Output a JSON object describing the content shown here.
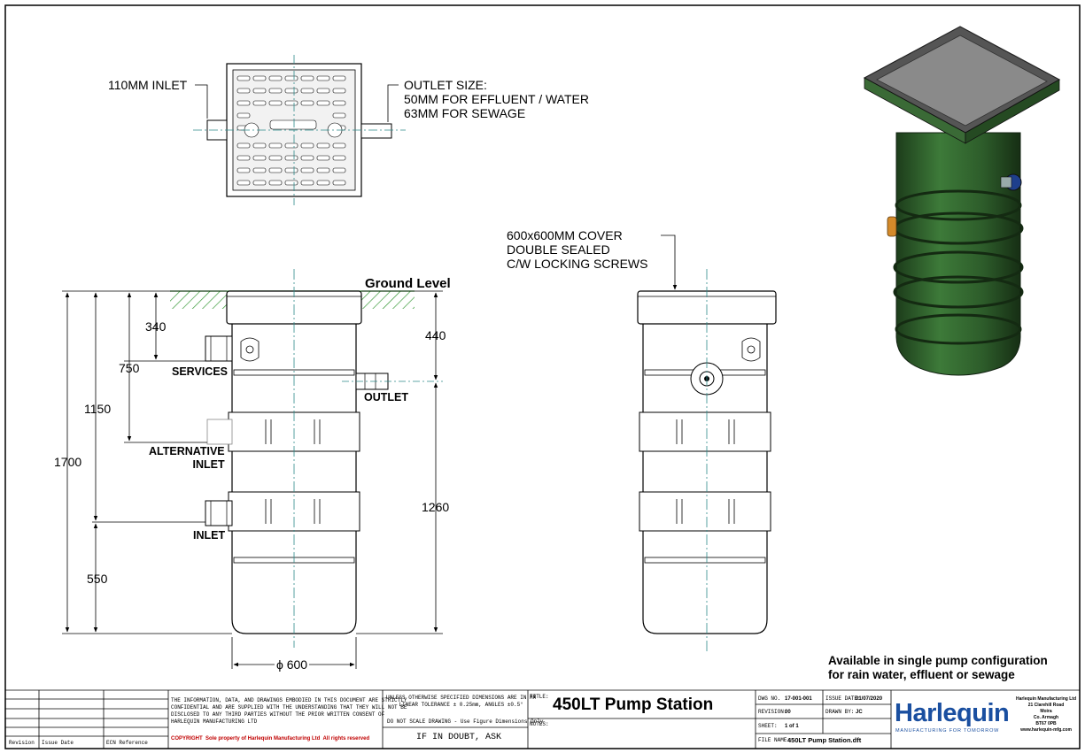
{
  "top_view": {
    "inlet_label": "110MM INLET",
    "outlet_label": "OUTLET SIZE:\n50MM FOR EFFLUENT / WATER\n63MM FOR SEWAGE"
  },
  "side_view": {
    "ground_level": "Ground Level",
    "services": "SERVICES",
    "outlet": "OUTLET",
    "alternative_inlet": "ALTERNATIVE\nINLET",
    "inlet": "INLET",
    "dim_340": "340",
    "dim_750": "750",
    "dim_1150": "1150",
    "dim_1700": "1700",
    "dim_550": "550",
    "dim_440": "440",
    "dim_1260": "1260",
    "dim_diameter": "ϕ 600"
  },
  "front_view": {
    "cover_note": "600x600MM COVER\nDOUBLE SEALED\nC/W LOCKING SCREWS"
  },
  "availability_note": "Available in single pump configuration\nfor rain water, effluent or sewage",
  "title_block": {
    "revision_header": "Revision",
    "issue_date_header": "Issue Date",
    "ecn_header": "ECN Reference",
    "disclaimer": "THE INFORMATION, DATA, AND DRAWINGS EMBODIED IN THIS DOCUMENT ARE STRICTLY\nCONFIDENTIAL AND ARE SUPPLIED WITH THE UNDERSTANDING THAT THEY WILL NOT BE\nDISCLOSED TO ANY THIRD PARTIES WITHOUT THE PRIOR WRITTEN CONSENT OF\nHARLEQUIN MANUFACTURING LTD",
    "copyright": "COPYRIGHT  Sole property of Harlequin Manufacturing Ltd  All rights reserved",
    "tolerance": "UNLESS OTHERWISE SPECIFIED DIMENSIONS ARE IN MM\nLINEAR TOLERANCE ± 0.25mm, ANGLES ±0.5°",
    "no_scale": "DO NOT SCALE DRAWING - Use Figure Dimensions Only",
    "if_in_doubt": "IF IN DOUBT, ASK",
    "title_label": "TITLE:",
    "title": "450LT Pump Station",
    "notes_label": "NOTES:",
    "dwg_no_label": "DWG NO.",
    "dwg_no": "17-001-001",
    "issue_date_label": "ISSUE DATE:",
    "issue_date": "01/07/2020",
    "revision_label": "REVISION:",
    "revision": "00",
    "drawn_by_label": "DRAWN BY:",
    "drawn_by": "JC",
    "sheet_label": "SHEET:",
    "sheet": "1 of 1",
    "file_name_label": "FILE NAME:",
    "file_name": "450LT Pump Station.dft",
    "logo_text": "Harlequin",
    "logo_tagline": "MANUFACTURING FOR TOMORROW",
    "company_address": "Harlequin Manufacturing Ltd\n21 Clarehill Road\nMoira\nCo. Armagh\nBT67 0PB\nwww.harlequin-mfg.com"
  },
  "colors": {
    "line": "#000000",
    "centerline": "#2e8b8b",
    "ground_hatch": "#3a9a3a",
    "tank_green": "#2f5e2c",
    "logo_blue": "#1a4fa0",
    "copyright_red": "#c00000"
  }
}
